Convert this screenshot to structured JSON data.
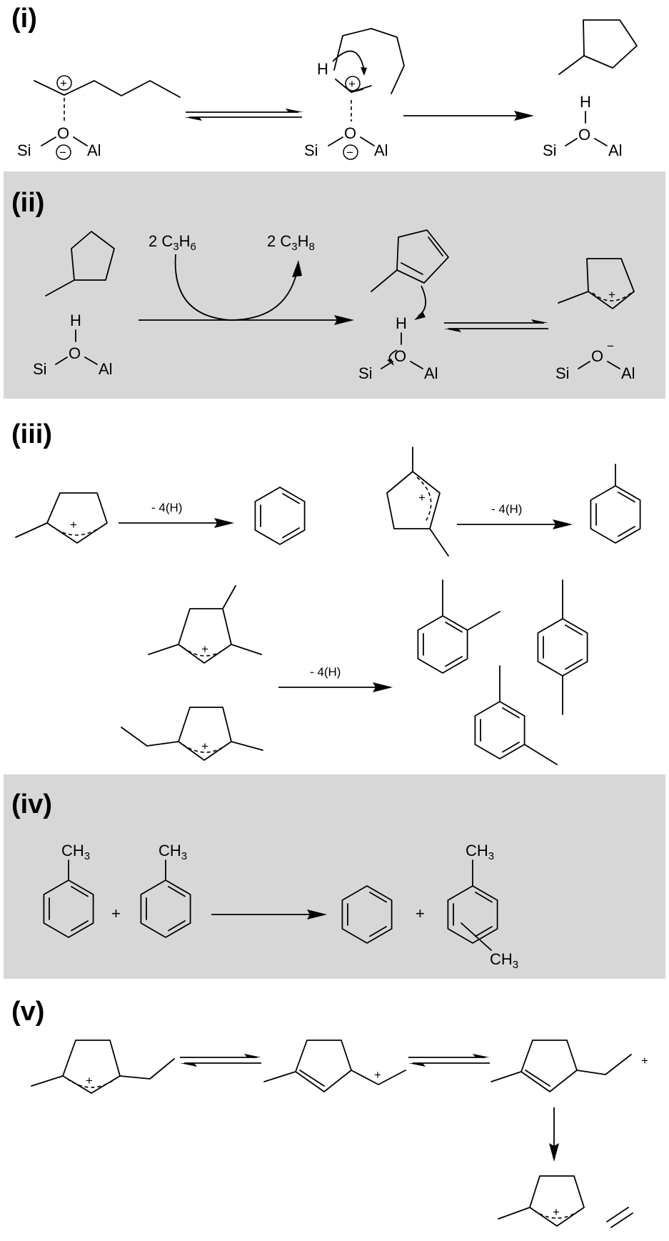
{
  "colors": {
    "shaded_band": "#d7d7d7",
    "ink": "#000000"
  },
  "panels": {
    "i": {
      "label": "(i)",
      "atoms": {
        "si": "Si",
        "o": "O",
        "al": "Al",
        "h": "H",
        "plus": "+",
        "minus": "−"
      }
    },
    "ii": {
      "label": "(ii)",
      "reagent": {
        "coef": "2 C",
        "sub1": "3",
        "mid": "H",
        "sub2": "6"
      },
      "byproduct": {
        "coef": "2 C",
        "sub1": "3",
        "mid": "H",
        "sub2": "8"
      },
      "atoms": {
        "si": "Si",
        "o": "O",
        "al": "Al",
        "h": "H",
        "minus": "−",
        "plus": "+"
      }
    },
    "iii": {
      "label": "(iii)",
      "arrow_label_1": "- 4(H)",
      "arrow_label_2": "- 4(H)",
      "arrow_label_3": "- 4(H)",
      "plus": "+"
    },
    "iv": {
      "label": "(iv)",
      "methyl": {
        "main": "CH",
        "sub": "3"
      },
      "plus_sign": "+"
    },
    "v": {
      "label": "(v)",
      "plus": "+"
    }
  }
}
